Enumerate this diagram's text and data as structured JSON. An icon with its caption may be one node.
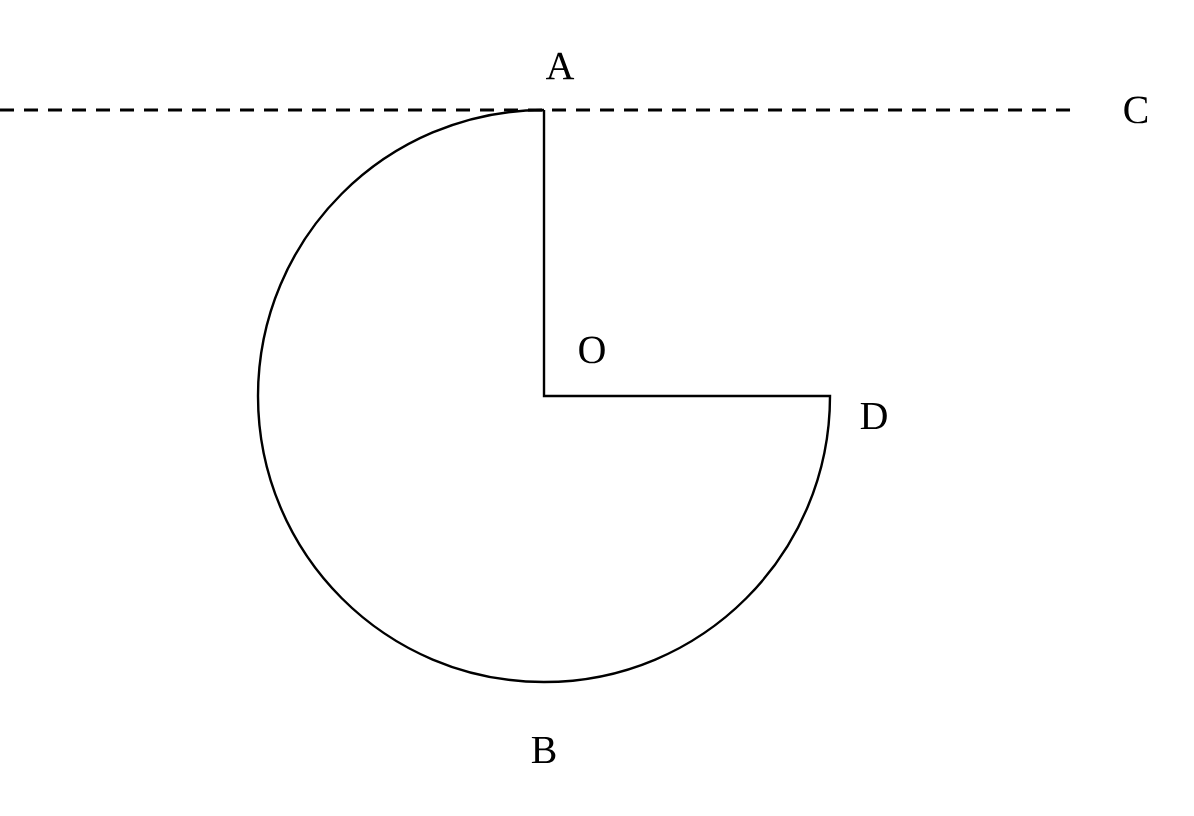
{
  "diagram": {
    "labels": [
      "A",
      "C",
      "O",
      "D",
      "B"
    ]
  }
}
